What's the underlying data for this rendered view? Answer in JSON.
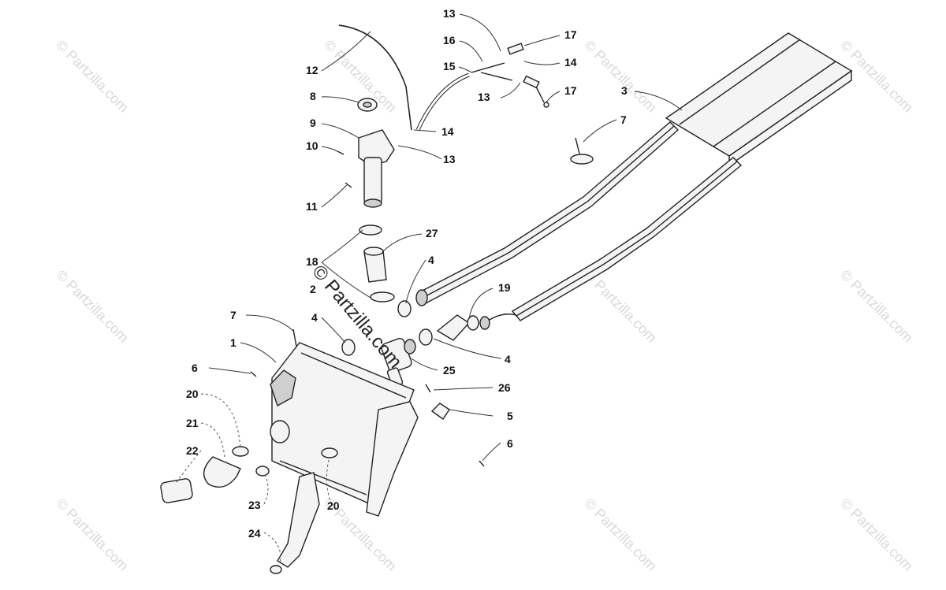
{
  "watermark": {
    "text": "© Partzilla.com",
    "center_text": "© Partzilla.com"
  },
  "callouts": {
    "c1": "1",
    "c2": "2",
    "c3": "3",
    "c4a": "4",
    "c4b": "4",
    "c4c": "4",
    "c5": "5",
    "c6a": "6",
    "c6b": "6",
    "c7a": "7",
    "c7b": "7",
    "c8": "8",
    "c9": "9",
    "c10": "10",
    "c11": "11",
    "c12": "12",
    "c13a": "13",
    "c13b": "13",
    "c13c": "13",
    "c14a": "14",
    "c14b": "14",
    "c15": "15",
    "c16": "16",
    "c17a": "17",
    "c17b": "17",
    "c18": "18",
    "c19": "19",
    "c20a": "20",
    "c20b": "20",
    "c21": "21",
    "c22": "22",
    "c23": "23",
    "c24": "24",
    "c25": "25",
    "c26": "26",
    "c27": "27"
  }
}
